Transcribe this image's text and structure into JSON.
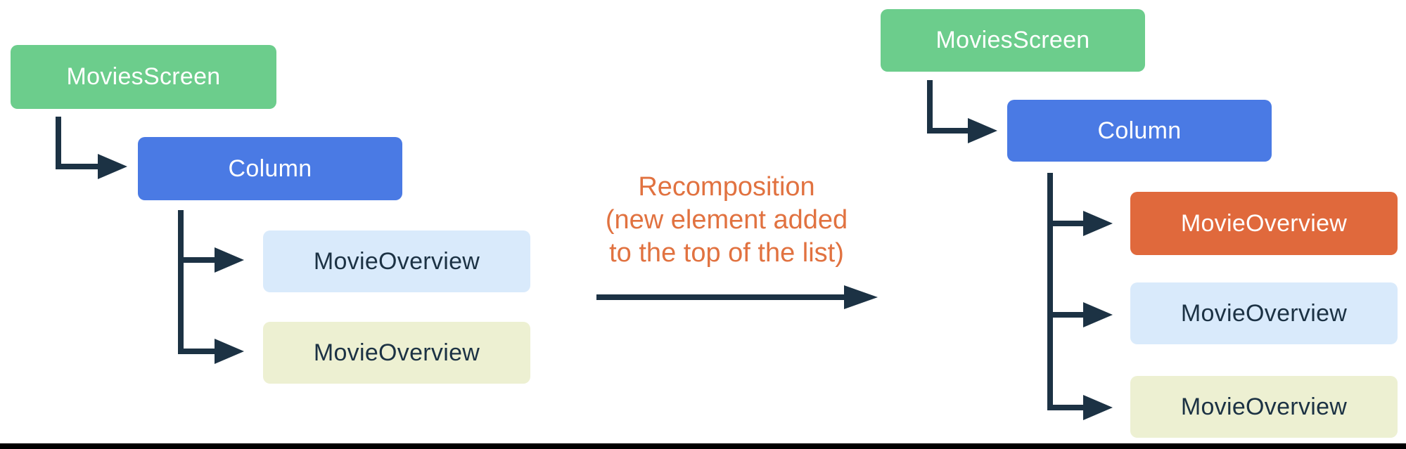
{
  "colors": {
    "green": "#6CCD8C",
    "blue": "#4A7AE4",
    "light-blue": "#D9EAFB",
    "cream": "#EDF0D2",
    "orange": "#E0693C",
    "navy": "#1C3244",
    "annotation-orange": "#E17240",
    "bottom-bar": "#000000"
  },
  "left_tree": {
    "root": "MoviesScreen",
    "column": "Column",
    "children": [
      "MovieOverview",
      "MovieOverview"
    ]
  },
  "right_tree": {
    "root": "MoviesScreen",
    "column": "Column",
    "children": [
      "MovieOverview",
      "MovieOverview",
      "MovieOverview"
    ]
  },
  "annotation": {
    "line1": "Recomposition",
    "line2": "(new element added",
    "line3": "to the top of the list)"
  }
}
